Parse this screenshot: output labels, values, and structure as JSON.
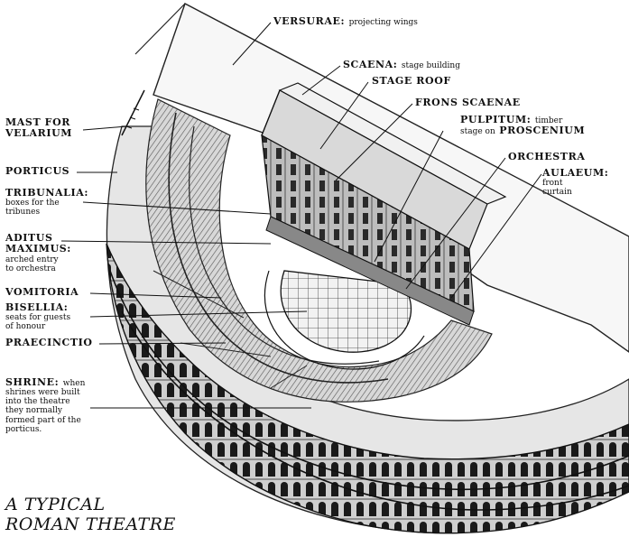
{
  "title": {
    "line1": "A TYPICAL",
    "line2": "ROMAN THEATRE"
  },
  "labels": {
    "versurae": {
      "name": "VERSURAE:",
      "desc": "projecting wings"
    },
    "scaena": {
      "name": "SCAENA:",
      "desc": "stage building"
    },
    "stage_roof": {
      "name": "STAGE ROOF"
    },
    "frons_scaenae": {
      "name": "FRONS SCAENAE"
    },
    "pulpitum": {
      "name": "PULPITUM:",
      "desc": "timber",
      "desc2": "stage on",
      "name2": "PROSCENIUM"
    },
    "orchestra": {
      "name": "ORCHESTRA"
    },
    "aulaeum": {
      "name": "AULAEUM:",
      "desc": "front",
      "desc2": "curtain"
    },
    "mast": {
      "line1": "MAST FOR",
      "line2": "VELARIUM"
    },
    "porticus": {
      "name": "PORTICUS"
    },
    "tribunalia": {
      "name": "TRIBUNALIA:",
      "desc1": "boxes for the",
      "desc2": "tribunes"
    },
    "aditus": {
      "line1": "ADITUS",
      "line2": "MAXIMUS:",
      "desc1": "arched entry",
      "desc2": "to orchestra"
    },
    "vomitoria": {
      "name": "VOMITORIA"
    },
    "bisellia": {
      "name": "BISELLIA:",
      "desc1": "seats for guests",
      "desc2": "of honour"
    },
    "praecinctio": {
      "name": "PRAECINCTIO"
    },
    "shrine": {
      "name": "SHRINE:",
      "desc0": "when",
      "desc1": "shrines were built",
      "desc2": "into the theatre",
      "desc3": "they normally",
      "desc4": "formed part of the",
      "desc5": "porticus."
    }
  }
}
